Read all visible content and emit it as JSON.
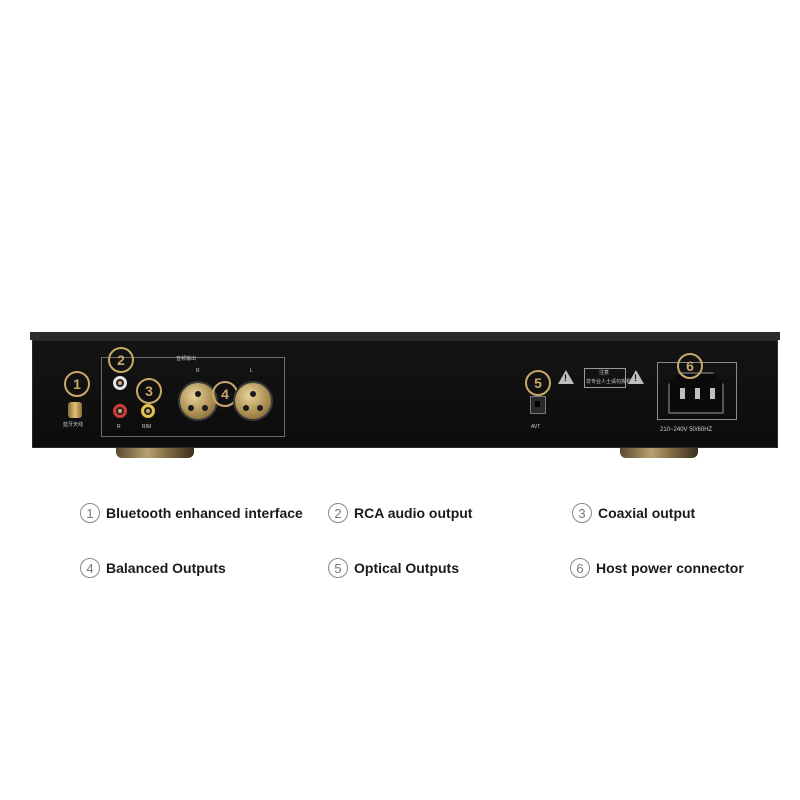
{
  "device": {
    "markers": [
      "1",
      "2",
      "3",
      "4",
      "5",
      "6"
    ],
    "silk_labels": {
      "antenna": "蓝牙天线",
      "audio_out": "音频输出",
      "rca_right": "R",
      "coax": "RIM",
      "xlr_r": "R",
      "xlr_l": "L",
      "optical": "AVT",
      "warning_title": "注意",
      "warning_text": "非专业人士请勿拆机",
      "power": "210~240V 50/60HZ",
      "warn_symbol": "!"
    }
  },
  "legend": [
    {
      "number": "1",
      "label": "Bluetooth enhanced interface"
    },
    {
      "number": "2",
      "label": "RCA audio output"
    },
    {
      "number": "3",
      "label": "Coaxial output"
    },
    {
      "number": "4",
      "label": "Balanced Outputs"
    },
    {
      "number": "5",
      "label": "Optical Outputs"
    },
    {
      "number": "6",
      "label": "Host power connector"
    }
  ],
  "colors": {
    "marker": "#c9a86a",
    "chassis": "#141414",
    "legend_text": "#1a1a1a"
  },
  "icons": {
    "antenna": "bluetooth-antenna-icon",
    "rca": "rca-jack-icon",
    "xlr": "xlr-connector-icon",
    "optical": "optical-port-icon",
    "power": "iec-power-socket-icon",
    "warning": "warning-triangle-icon"
  }
}
